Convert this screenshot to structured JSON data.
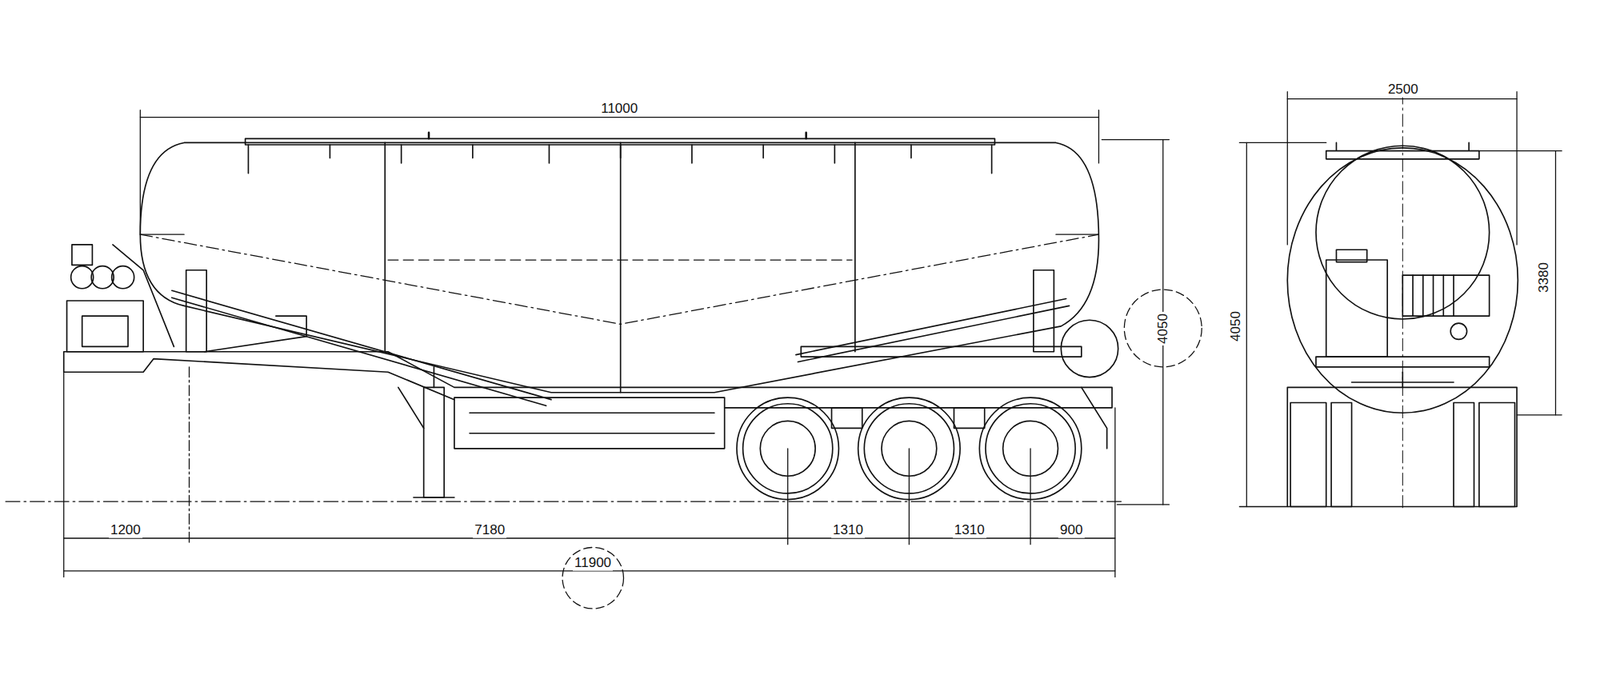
{
  "diagram": {
    "labels": [
      "11000",
      "4050",
      "1200",
      "7180",
      "1310",
      "1310",
      "900",
      "11900",
      "2500",
      "4050",
      "3380"
    ]
  }
}
